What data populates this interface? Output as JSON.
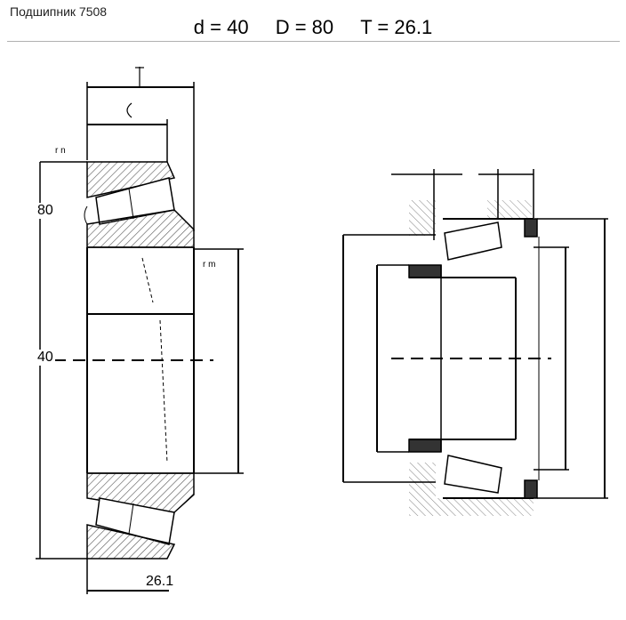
{
  "title": "Подшипник 7508",
  "dimensions": {
    "d": "d = 40",
    "D": "D = 80",
    "T": "T = 26.1"
  },
  "drawing_labels": {
    "outer_diameter": "80",
    "bore_diameter": "40",
    "width": "26.1"
  },
  "colors": {
    "line": "#000000",
    "hatch": "#555555",
    "seal": "#333333",
    "rule": "#b0b0b0"
  }
}
